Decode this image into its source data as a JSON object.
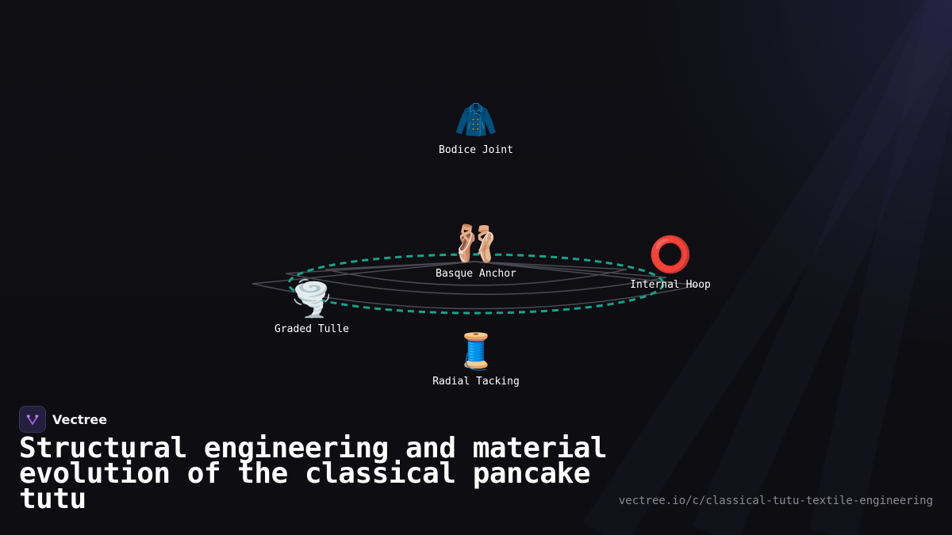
{
  "diagram": {
    "nodes": [
      {
        "id": "bodice",
        "icon": "coat-icon",
        "emoji": "🧥",
        "label": "Bodice Joint"
      },
      {
        "id": "basque",
        "icon": "ballet-shoes-icon",
        "emoji": "🩰",
        "label": "Basque Anchor"
      },
      {
        "id": "hoop",
        "icon": "hollow-circle-icon",
        "emoji": "⭕",
        "label": "Internal Hoop"
      },
      {
        "id": "tulle",
        "icon": "tornado-icon",
        "emoji": "🌪️",
        "label": "Graded Tulle"
      },
      {
        "id": "tacking",
        "icon": "thread-spool-icon",
        "emoji": "🧵",
        "label": "Radial Tacking"
      }
    ],
    "colors": {
      "hoop_dash": "#14a38b",
      "tutu_lines": "#4a4a52",
      "background": "#0f0f14"
    }
  },
  "brand": {
    "name": "Vectree",
    "logo_icon": "vectree-logo-icon",
    "logo_color": "#9b5de5"
  },
  "title": "Structural engineering and material evolution of the classical pancake tutu",
  "url": "vectree.io/c/classical-tutu-textile-engineering"
}
